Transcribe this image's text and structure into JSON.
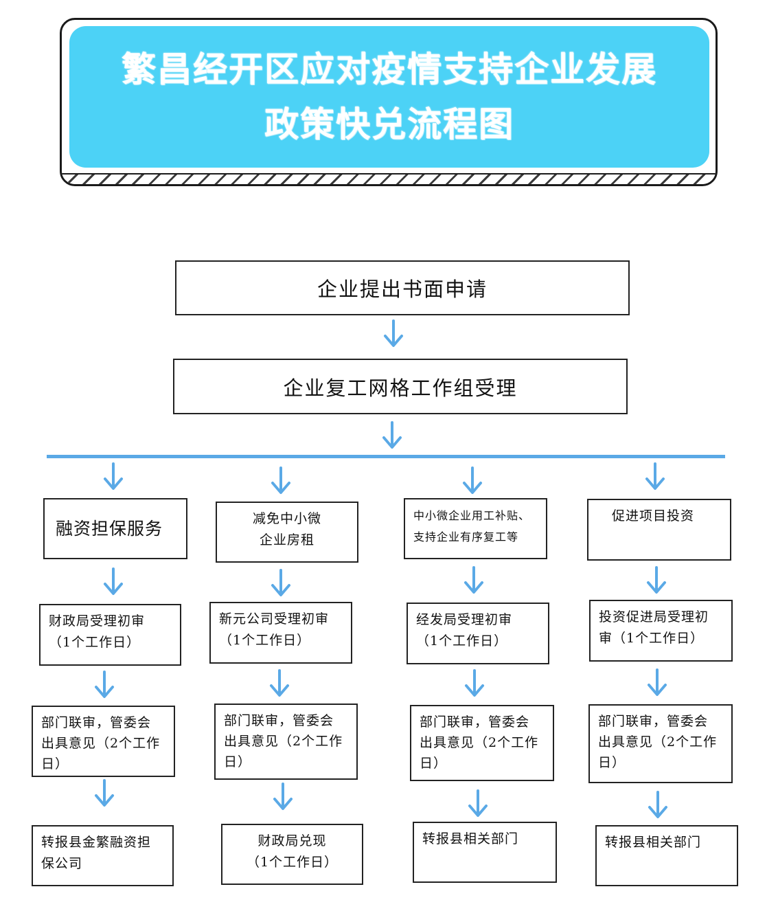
{
  "title": {
    "line1": "繁昌经开区应对疫情支持企业发展",
    "line2": "政策快兑流程图"
  },
  "colors": {
    "banner_fill": "#4cd2f6",
    "arrow": "#5aa9e6",
    "border": "#222222"
  },
  "flow": {
    "step1": "企业提出书面申请",
    "step2": "企业复工网格工作组受理",
    "columns": [
      {
        "category": [
          "融资担保服务"
        ],
        "review": [
          "财政局受理初审",
          "（1个工作日）"
        ],
        "joint": [
          "部门联审，管委会",
          "出具意见（2个工作",
          "日）"
        ],
        "result": [
          "转报县金繁融资担",
          "保公司"
        ]
      },
      {
        "category": [
          "减免中小微",
          "企业房租"
        ],
        "review": [
          "新元公司受理初审",
          "（1个工作日）"
        ],
        "joint": [
          "部门联审，管委会",
          "出具意见（2个工作",
          "日）"
        ],
        "result": [
          "财政局兑现",
          "（1个工作日）"
        ]
      },
      {
        "category": [
          "中小微企业用工补贴、",
          "支持企业有序复工等"
        ],
        "review": [
          "经发局受理初审",
          "（1个工作日）"
        ],
        "joint": [
          "部门联审，管委会",
          "出具意见（2个工作",
          "日）"
        ],
        "result": [
          "转报县相关部门"
        ]
      },
      {
        "category": [
          "促进项目投资"
        ],
        "review": [
          "投资促进局受理初",
          "审（1个工作日）"
        ],
        "joint": [
          "部门联审，管委会",
          "出具意见（2个工作",
          "日）"
        ],
        "result": [
          "转报县相关部门"
        ]
      }
    ]
  }
}
